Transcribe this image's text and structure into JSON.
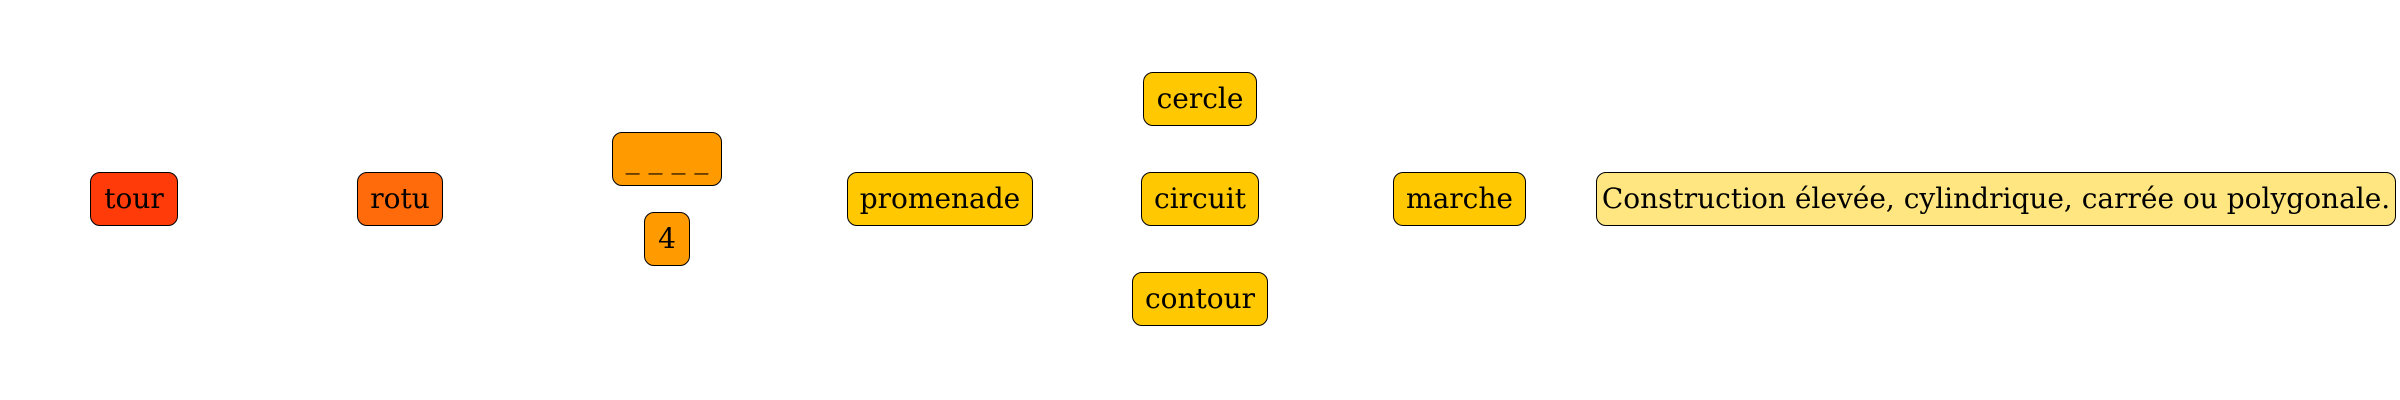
{
  "nodes": {
    "tour": {
      "label": "tour",
      "color": "#ff3b0a"
    },
    "rotu": {
      "label": "rotu",
      "color": "#ff6a0a"
    },
    "blank": {
      "label": "_ _ _ _",
      "color": "#ff9a00"
    },
    "count": {
      "label": "4",
      "color": "#ff9a00"
    },
    "promenade": {
      "label": "promenade",
      "color": "#ffc800"
    },
    "cercle": {
      "label": "cercle",
      "color": "#ffc800"
    },
    "circuit": {
      "label": "circuit",
      "color": "#ffc800"
    },
    "contour": {
      "label": "contour",
      "color": "#ffc800"
    },
    "marche": {
      "label": "marche",
      "color": "#ffc800"
    },
    "definition": {
      "label": "Construction élevée, cylindrique, carrée ou polygonale.",
      "color": "#ffe680"
    }
  }
}
